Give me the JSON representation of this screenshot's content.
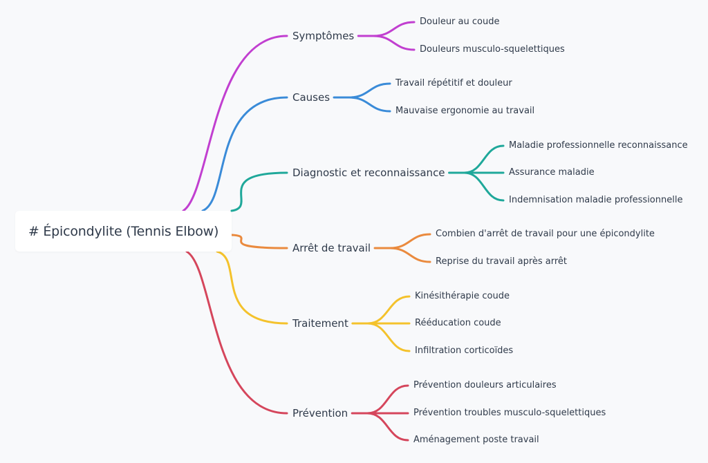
{
  "root": {
    "label": "# Épicondylite (Tennis Elbow)"
  },
  "branches": [
    {
      "label": "Symptômes",
      "color": "#c13fd0",
      "children": [
        "Douleur au coude",
        "Douleurs musculo-squelettiques"
      ]
    },
    {
      "label": "Causes",
      "color": "#3a8bd8",
      "children": [
        "Travail répétitif et douleur",
        "Mauvaise ergonomie au travail"
      ]
    },
    {
      "label": "Diagnostic et reconnaissance",
      "color": "#1fa89a",
      "children": [
        "Maladie professionnelle reconnaissance",
        "Assurance maladie",
        "Indemnisation maladie professionnelle"
      ]
    },
    {
      "label": "Arrêt de travail",
      "color": "#ea8a3e",
      "children": [
        "Combien d'arrêt de travail pour une épicondylite",
        "Reprise du travail après arrêt"
      ]
    },
    {
      "label": "Traitement",
      "color": "#f4c22c",
      "children": [
        "Kinésithérapie coude",
        "Rééducation coude",
        "Infiltration corticoïdes"
      ]
    },
    {
      "label": "Prévention",
      "color": "#d5465c",
      "children": [
        "Prévention douleurs articulaires",
        "Prévention troubles musculo-squelettiques",
        "Aménagement poste travail"
      ]
    }
  ]
}
